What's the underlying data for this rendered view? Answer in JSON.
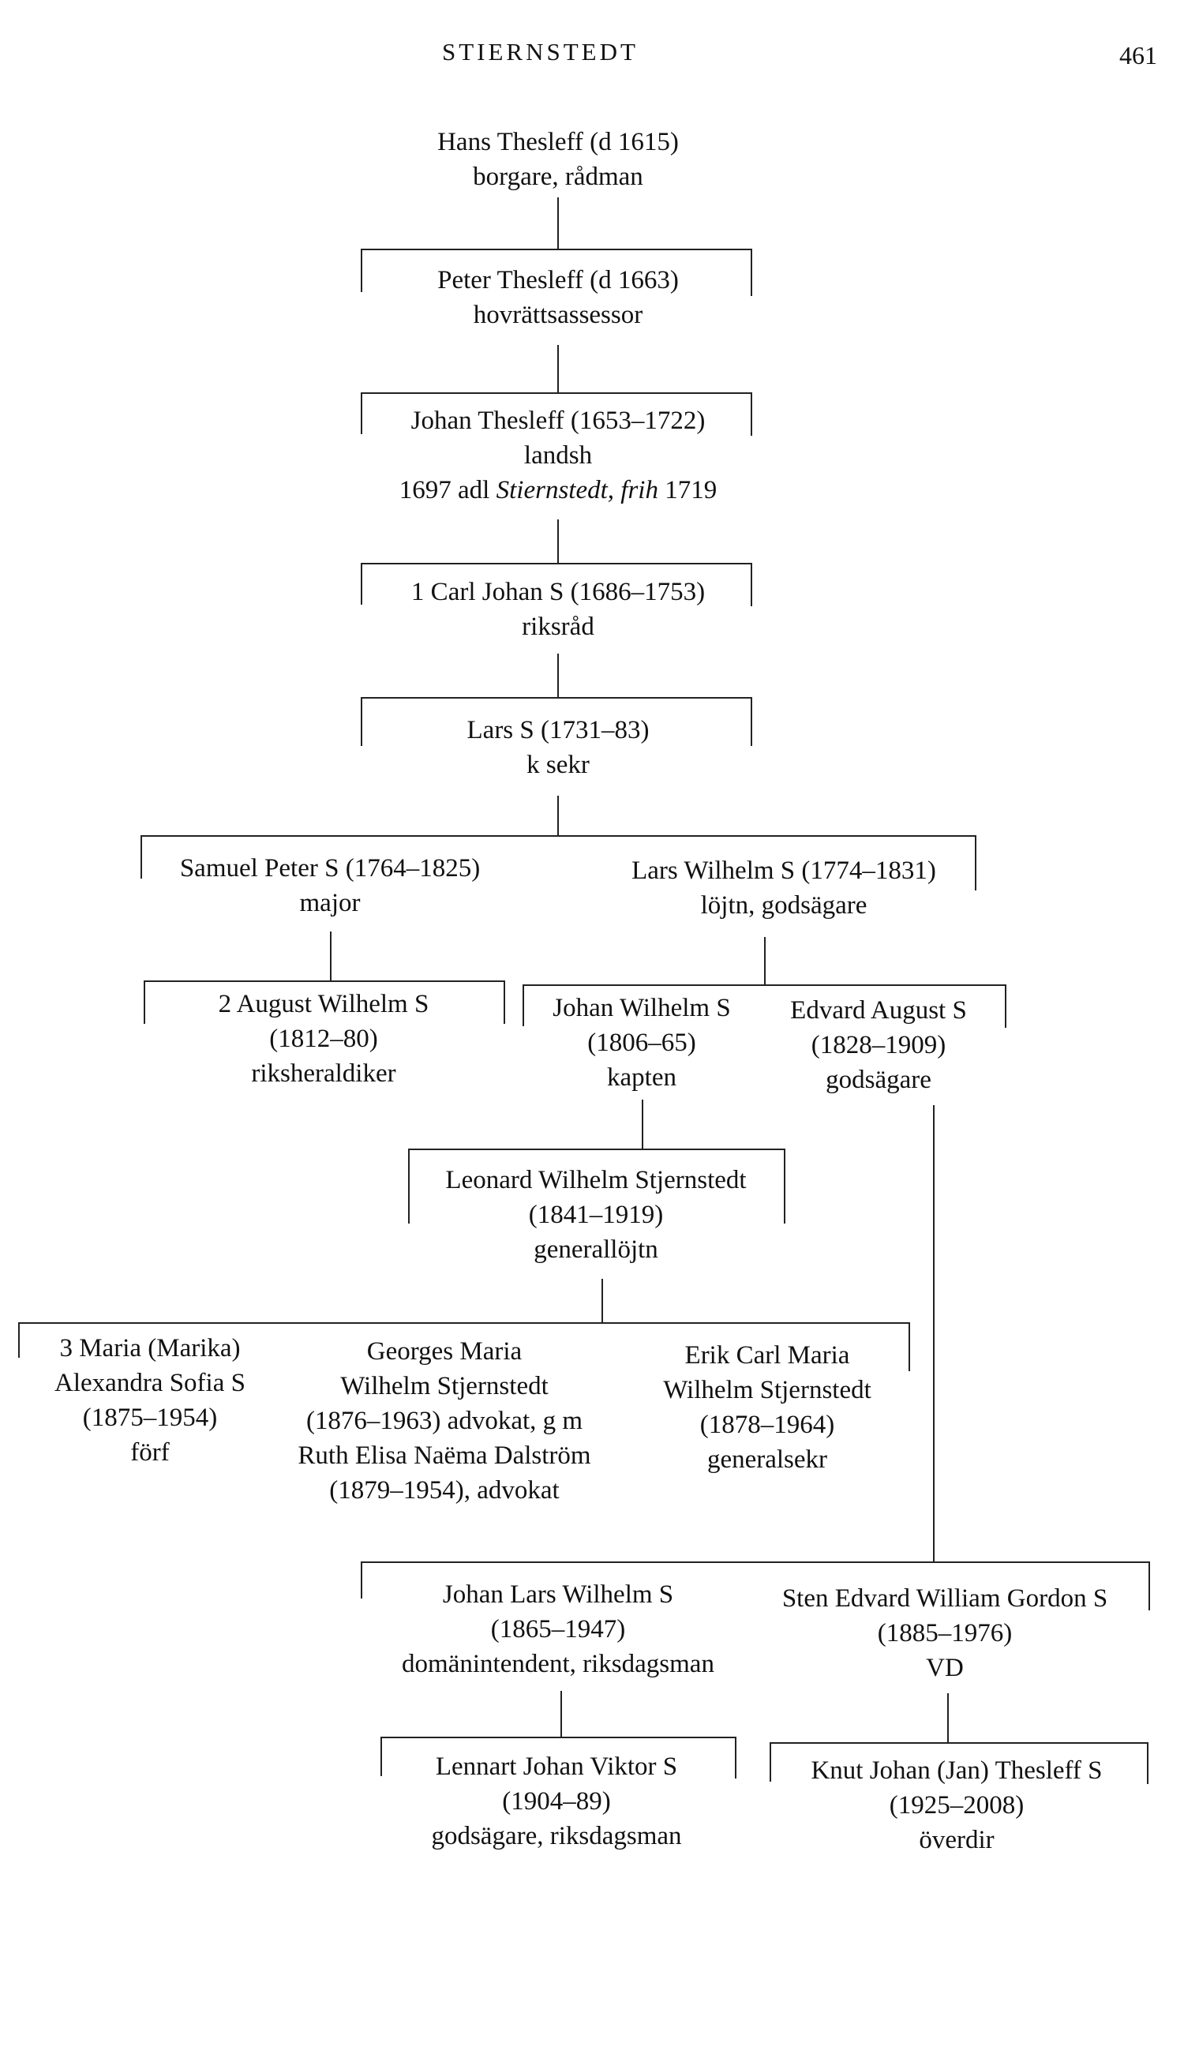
{
  "header": {
    "running_title": "STIERNSTEDT",
    "page_number": "461"
  },
  "people": {
    "hans": [
      "Hans Thesleff (d 1615)",
      "borgare, rådman"
    ],
    "peter": [
      "Peter Thesleff (d 1663)",
      "hovrättsassessor"
    ],
    "johan": [
      "Johan Thesleff (1653–1722)",
      "landsh"
    ],
    "johan_ennoble": {
      "pre": "1697 adl ",
      "italic": "Stiernstedt, frih",
      "post": " 1719"
    },
    "carl_johan": [
      "1 Carl Johan S (1686–1753)",
      "riksråd"
    ],
    "lars": [
      "Lars S (1731–83)",
      "k sekr"
    ],
    "samuel_peter": [
      "Samuel Peter S (1764–1825)",
      "major"
    ],
    "lars_wilhelm": [
      "Lars Wilhelm S (1774–1831)",
      "löjtn, godsägare"
    ],
    "august_wilhelm": [
      "2 August Wilhelm S",
      "(1812–80)",
      "riksheraldiker"
    ],
    "johan_wilhelm": [
      "Johan Wilhelm S",
      "(1806–65)",
      "kapten"
    ],
    "edvard_august": [
      "Edvard August S",
      "(1828–1909)",
      "godsägare"
    ],
    "leonard_wilhelm": [
      "Leonard Wilhelm Stjernstedt",
      "(1841–1919)",
      "generallöjtn"
    ],
    "maria": [
      "3 Maria (Marika)",
      "Alexandra Sofia S",
      "(1875–1954)",
      "förf"
    ],
    "georges_maria": [
      "Georges Maria",
      "Wilhelm Stjernstedt",
      "(1876–1963) advokat, g m",
      "Ruth Elisa Naëma Dalström",
      "(1879–1954), advokat"
    ],
    "erik_carl": [
      "Erik Carl Maria",
      "Wilhelm Stjernstedt",
      "(1878–1964)",
      "generalsekr"
    ],
    "johan_lars": [
      "Johan Lars Wilhelm S",
      "(1865–1947)",
      "domänintendent, riksdagsman"
    ],
    "sten_edvard": [
      "Sten Edvard William Gordon S",
      "(1885–1976)",
      "VD"
    ],
    "lennart_johan": [
      "Lennart Johan Viktor S",
      "(1904–89)",
      "godsägare, riksdagsman"
    ],
    "knut_johan": [
      "Knut Johan (Jan) Thesleff S",
      "(1925–2008)",
      "överdir"
    ]
  }
}
